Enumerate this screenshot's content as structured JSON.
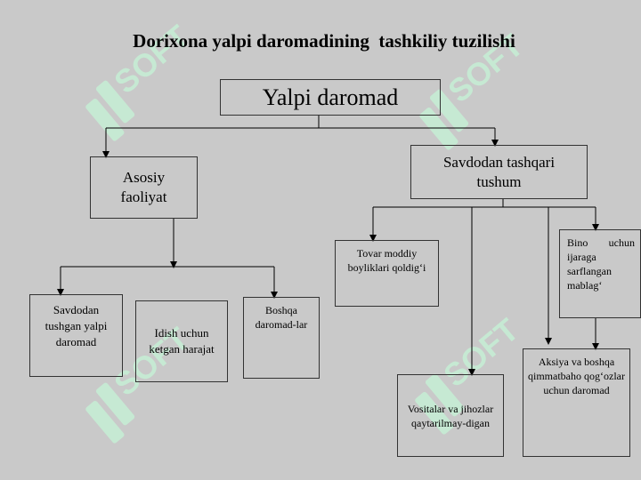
{
  "title": "Dorixona yalpi daromadining  tashkiliy tuzilishi",
  "nodes": {
    "root": "Yalpi daromad",
    "asosiy": "Asosiy faoliyat",
    "savdodan_tashqari": "Savdodan tashqari tushum",
    "savdodan_tushgan": "Savdodan tushgan yalpi daromad",
    "idish": "Idish uchun ketgan harajat",
    "boshqa": "Boshqa daromad-lar",
    "tovar": "Tovar moddiy boyliklari qoldig‘i",
    "bino": "Bino uchun ijaraga sarflangan mablag‘",
    "vositalar": "Vositalar va jihozlar qaytarilmay-digan",
    "aksiya": "Aksiya va boshqa qimmatbaho qog‘ozlar uchun daromad"
  },
  "watermark": {
    "text": "SOFT",
    "color": "#c9f0d8"
  }
}
